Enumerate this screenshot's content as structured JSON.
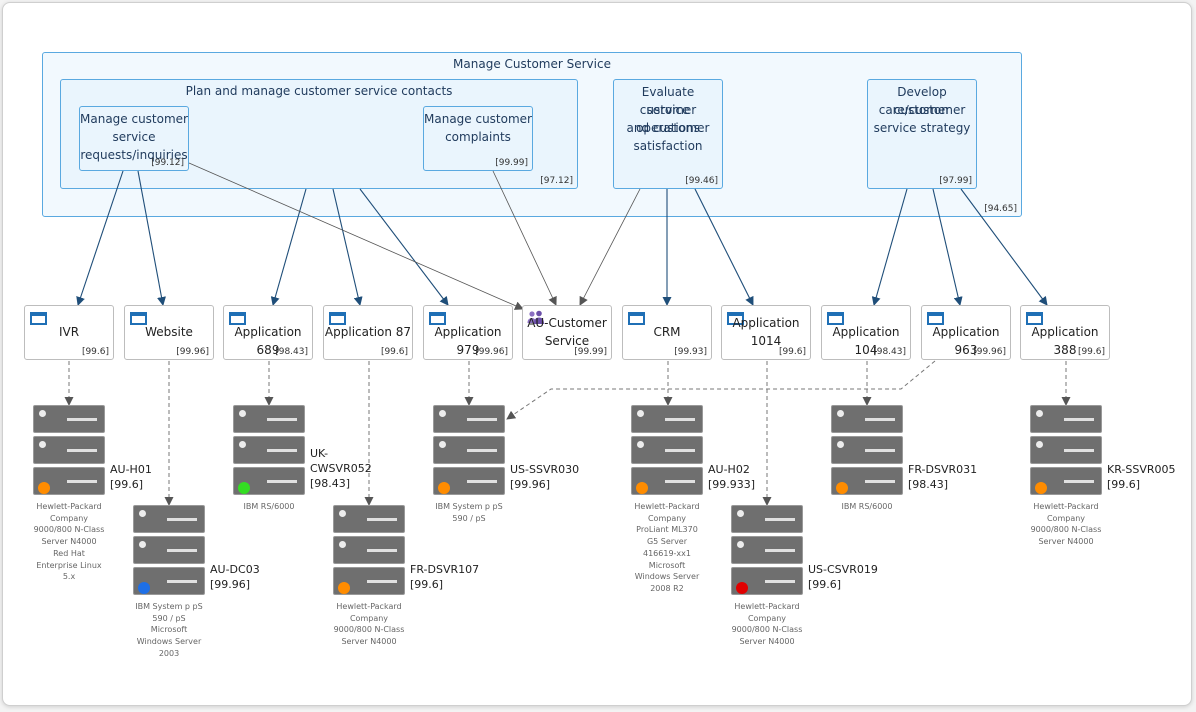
{
  "colors": {
    "capability_border": "#5aa9e0",
    "capability_fill": "#eaf5fd",
    "link": "#1f4e79",
    "status_orange": "#ff8c00",
    "status_green": "#33dd22",
    "status_blue": "#1e6fe6",
    "status_red": "#e00000"
  },
  "capabilities": {
    "outer": {
      "title": "Manage Customer Service",
      "score": "[94.65]"
    },
    "plan": {
      "title": "Plan and manage customer service contacts",
      "score": "[97.12]"
    },
    "requests": {
      "title_l1": "Manage customer",
      "title_l2": "service",
      "title_l3": "requests/inquiries",
      "score": "[99.12]"
    },
    "complaints": {
      "title_l1": "Manage customer",
      "title_l2": "complaints",
      "score": "[99.99]"
    },
    "evaluate": {
      "title_l1": "Evaluate customer",
      "title_l2": "service operations",
      "title_l3": "and customer",
      "title_l4": "satisfaction",
      "score": "[99.46]"
    },
    "develop": {
      "title_l1": "Develop customer",
      "title_l2": "care/customer",
      "title_l3": "service strategy",
      "score": "[97.99]"
    }
  },
  "applications": [
    {
      "l1": "IVR",
      "l2": "",
      "score": "[99.6]",
      "icon": "application-window-icon"
    },
    {
      "l1": "Website",
      "l2": "",
      "score": "[99.96]",
      "icon": "application-window-icon"
    },
    {
      "l1": "Application 689",
      "l2": "",
      "score": "[98.43]",
      "icon": "application-window-icon"
    },
    {
      "l1": "Application 87",
      "l2": "",
      "score": "[99.6]",
      "icon": "application-window-icon"
    },
    {
      "l1": "Application 979",
      "l2": "",
      "score": "[99.96]",
      "icon": "application-window-icon"
    },
    {
      "l1": "AU-Customer",
      "l2": "Service",
      "score": "[99.99]",
      "icon": "team-icon"
    },
    {
      "l1": "CRM",
      "l2": "",
      "score": "[99.93]",
      "icon": "application-window-icon"
    },
    {
      "l1": "Application",
      "l2": "1014",
      "score": "[99.6]",
      "icon": "application-window-icon"
    },
    {
      "l1": "Application 104",
      "l2": "",
      "score": "[98.43]",
      "icon": "application-window-icon"
    },
    {
      "l1": "Application 963",
      "l2": "",
      "score": "[99.96]",
      "icon": "application-window-icon"
    },
    {
      "l1": "Application 388",
      "l2": "",
      "score": "[99.6]",
      "icon": "application-window-icon"
    }
  ],
  "servers": [
    {
      "n1": "AU-H01",
      "n2": "[99.6]",
      "n3": "",
      "status": "orange",
      "desc": [
        "Hewlett-Packard",
        "Company",
        "9000/800 N-Class",
        "Server N4000",
        "Red Hat",
        "Enterprise Linux",
        "5.x"
      ]
    },
    {
      "n1": "AU-DC03",
      "n2": "[99.96]",
      "n3": "",
      "status": "blue",
      "desc": [
        "IBM System p pS",
        "590 / pS",
        "Microsoft",
        "Windows Server",
        "2003"
      ]
    },
    {
      "n1": "UK-",
      "n2": "CWSVR052",
      "n3": "[98.43]",
      "status": "green",
      "desc": [
        "IBM RS/6000"
      ]
    },
    {
      "n1": "FR-DSVR107",
      "n2": "[99.6]",
      "n3": "",
      "status": "orange",
      "desc": [
        "Hewlett-Packard",
        "Company",
        "9000/800 N-Class",
        "Server N4000"
      ]
    },
    {
      "n1": "US-SSVR030",
      "n2": "[99.96]",
      "n3": "",
      "status": "orange",
      "desc": [
        "IBM System p pS",
        "590 / pS"
      ]
    },
    {
      "n1": "AU-H02",
      "n2": "[99.933]",
      "n3": "",
      "status": "orange",
      "desc": [
        "Hewlett-Packard",
        "Company",
        "ProLiant ML370",
        "G5 Server",
        "416619-xx1",
        "Microsoft",
        "Windows Server",
        "2008 R2"
      ]
    },
    {
      "n1": "US-CSVR019",
      "n2": "[99.6]",
      "n3": "",
      "status": "red",
      "desc": [
        "Hewlett-Packard",
        "Company",
        "9000/800 N-Class",
        "Server N4000"
      ]
    },
    {
      "n1": "FR-DSVR031",
      "n2": "[98.43]",
      "n3": "",
      "status": "orange",
      "desc": [
        "IBM RS/6000"
      ]
    },
    {
      "n1": "KR-SSVR005",
      "n2": "[99.6]",
      "n3": "",
      "status": "orange",
      "desc": [
        "Hewlett-Packard",
        "Company",
        "9000/800 N-Class",
        "Server N4000"
      ]
    }
  ]
}
